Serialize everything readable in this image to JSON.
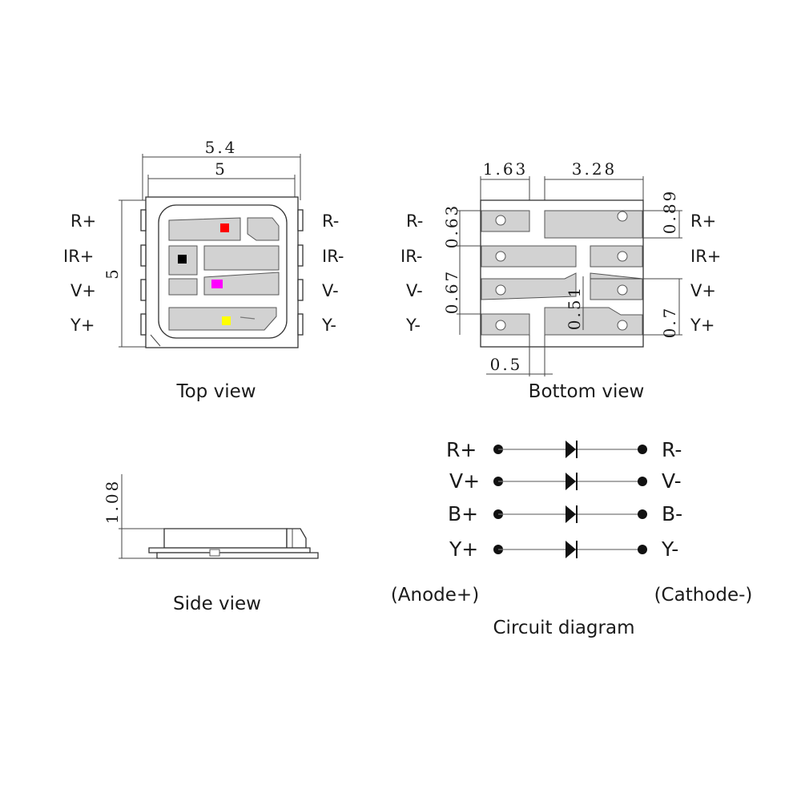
{
  "top_view": {
    "caption": "Top view",
    "dim_width_outer": "5.4",
    "dim_width_inner": "5",
    "dim_height": "5",
    "left_pins": [
      "R+",
      "IR+",
      "V+",
      "Y+"
    ],
    "right_pins": [
      "R-",
      "IR-",
      "V-",
      "Y-"
    ],
    "chip_colors": [
      "#ff0000",
      "#000000",
      "#ff00ff",
      "#ffff00"
    ]
  },
  "bottom_view": {
    "caption": "Bottom view",
    "dim_top_left": "1.63",
    "dim_top_right": "3.28",
    "dim_left_upper": "0.63",
    "dim_left_lower": "0.67",
    "dim_center": "0.51",
    "dim_bottom": "0.5",
    "dim_right_upper": "0.89",
    "dim_right_lower": "0.7",
    "left_pins": [
      "R-",
      "IR-",
      "V-",
      "Y-"
    ],
    "right_pins": [
      "R+",
      "IR+",
      "V+",
      "Y+"
    ]
  },
  "side_view": {
    "caption": "Side view",
    "dim_height": "1.08"
  },
  "circuit": {
    "caption": "Circuit diagram",
    "anode_label": "(Anode+)",
    "cathode_label": "(Cathode-)",
    "rows": [
      {
        "anode": "R+",
        "cathode": "R-"
      },
      {
        "anode": "V+",
        "cathode": "V-"
      },
      {
        "anode": "B+",
        "cathode": "B-"
      },
      {
        "anode": "Y+",
        "cathode": "Y-"
      }
    ]
  }
}
